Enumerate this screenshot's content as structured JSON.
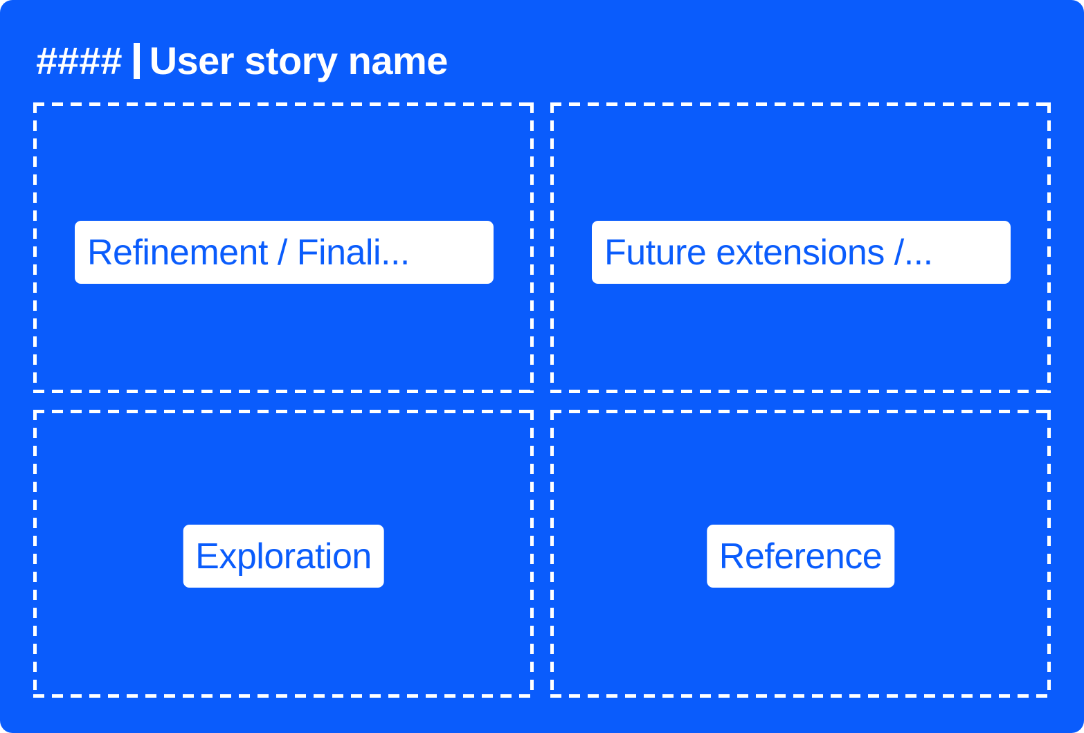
{
  "board": {
    "background_color": "#0a5cfc",
    "label_text_color": "#0a5cfc",
    "label_background_color": "#ffffff",
    "border_style": "dashed-white",
    "title": {
      "id": "####",
      "separator": "|",
      "name": "User story name"
    }
  },
  "quadrants": [
    {
      "position": "top-left",
      "label": "Refinement / Finali...",
      "label_truncated": true
    },
    {
      "position": "top-right",
      "label": "Future extensions /...",
      "label_truncated": true
    },
    {
      "position": "bottom-left",
      "label": "Exploration",
      "label_truncated": false
    },
    {
      "position": "bottom-right",
      "label": "Reference",
      "label_truncated": false
    }
  ]
}
